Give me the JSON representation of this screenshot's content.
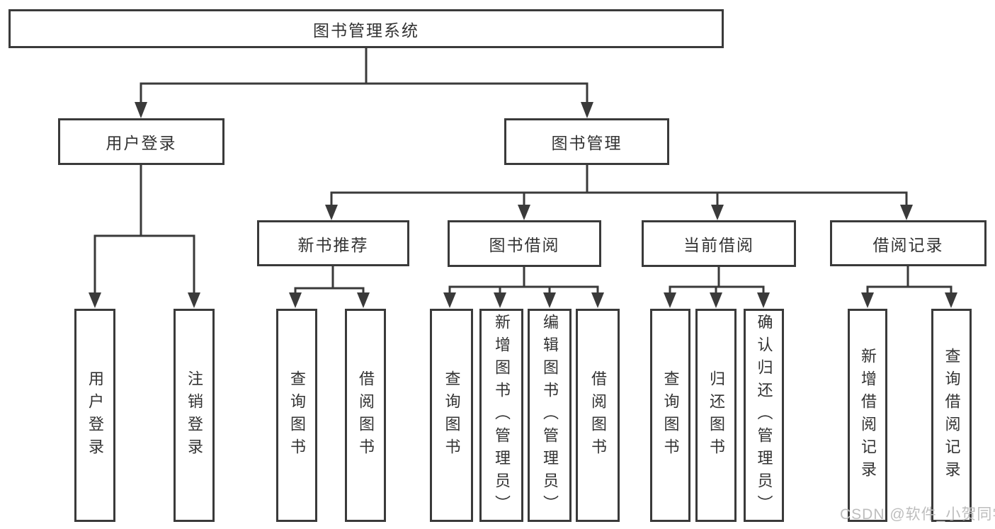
{
  "colors": {
    "line": "#3a3a3a",
    "box_border": "#3a3a3a",
    "text": "#333333",
    "watermark": "#bdbdbd",
    "background": "#ffffff"
  },
  "watermark": {
    "text": "CSDN @软件_小贺同学"
  },
  "tree": {
    "root": {
      "label": "图书管理系统"
    },
    "branches": [
      {
        "label": "用户登录",
        "leaves": [
          {
            "label": "用户登录"
          },
          {
            "label": "注销登录"
          }
        ]
      },
      {
        "label": "图书管理",
        "sections": [
          {
            "label": "新书推荐",
            "leaves": [
              {
                "label": "查询图书"
              },
              {
                "label": "借阅图书"
              }
            ]
          },
          {
            "label": "图书借阅",
            "leaves": [
              {
                "label": "查询图书"
              },
              {
                "label": "新增图书（管理员）"
              },
              {
                "label": "编辑图书（管理员）"
              },
              {
                "label": "借阅图书"
              }
            ]
          },
          {
            "label": "当前借阅",
            "leaves": [
              {
                "label": "查询图书"
              },
              {
                "label": "归还图书"
              },
              {
                "label": "确认归还（管理员）"
              }
            ]
          },
          {
            "label": "借阅记录",
            "leaves": [
              {
                "label": "新增借阅记录"
              },
              {
                "label": "查询借阅记录"
              }
            ]
          }
        ]
      }
    ]
  }
}
